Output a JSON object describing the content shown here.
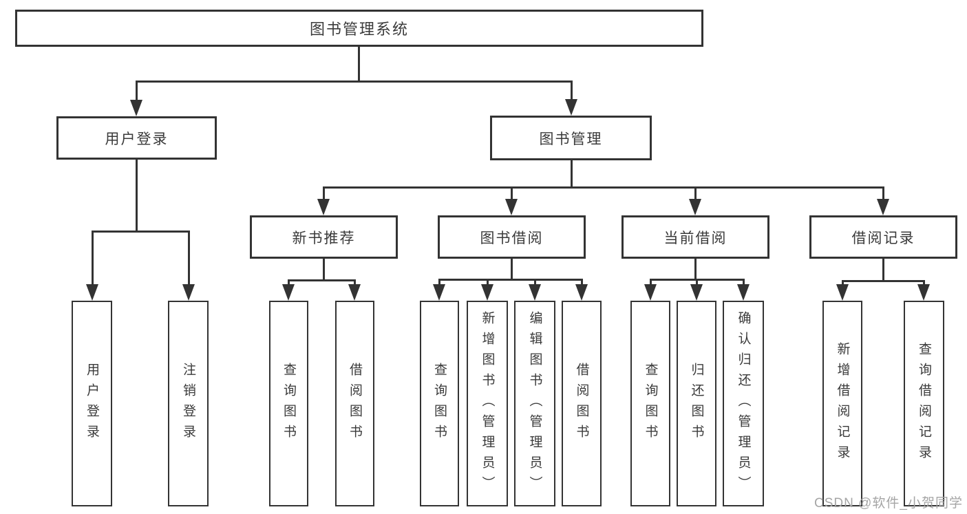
{
  "diagram": {
    "title": "图书管理系统",
    "root": "图书管理系统",
    "branches": {
      "user_login": {
        "label": "用户登录",
        "children": [
          "用户登录",
          "注销登录"
        ]
      },
      "book_management": {
        "label": "图书管理",
        "sections": [
          {
            "label": "新书推荐",
            "children": [
              "查询图书",
              "借阅图书"
            ]
          },
          {
            "label": "图书借阅",
            "children": [
              "查询图书",
              "新增图书（管理员）",
              "编辑图书（管理员）",
              "借阅图书"
            ]
          },
          {
            "label": "当前借阅",
            "children": [
              "查询图书",
              "归还图书",
              "确认归还（管理员）"
            ]
          },
          {
            "label": "借阅记录",
            "children": [
              "新增借阅记录",
              "查询借阅记录"
            ]
          }
        ]
      }
    }
  },
  "watermark": "CSDN @软件_小贺同学",
  "colors": {
    "line": "#333333",
    "box_border": "#333333",
    "text": "#3a3a3a",
    "watermark": "#a5a5a5",
    "background": "#ffffff"
  }
}
